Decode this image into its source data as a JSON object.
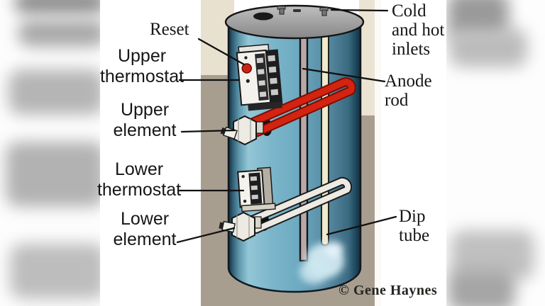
{
  "diagram": {
    "subject": "electric-water-heater-cutaway",
    "credit": "© Gene Haynes"
  },
  "labels": {
    "reset": "Reset",
    "upper_thermostat": "Upper\nthermostat",
    "upper_element": "Upper\nelement",
    "lower_thermostat": "Lower\nthermostat",
    "lower_element": "Lower\nelement",
    "cold_hot_inlets": "Cold\nand hot\ninlets",
    "anode_rod": "Anode\nrod",
    "dip_tube": "Dip\ntube"
  },
  "colors": {
    "tank_blue": "#74afc6",
    "tank_outline": "#132c3a",
    "lid_gray": "#9d9d9d",
    "element_red": "#d42310",
    "reset_button_red": "#cc2314",
    "dip_tube_cream": "#efe9cd",
    "wall_cream": "#e9e1cf",
    "wall_shadow": "#a89e90",
    "label_text": "#161616"
  }
}
